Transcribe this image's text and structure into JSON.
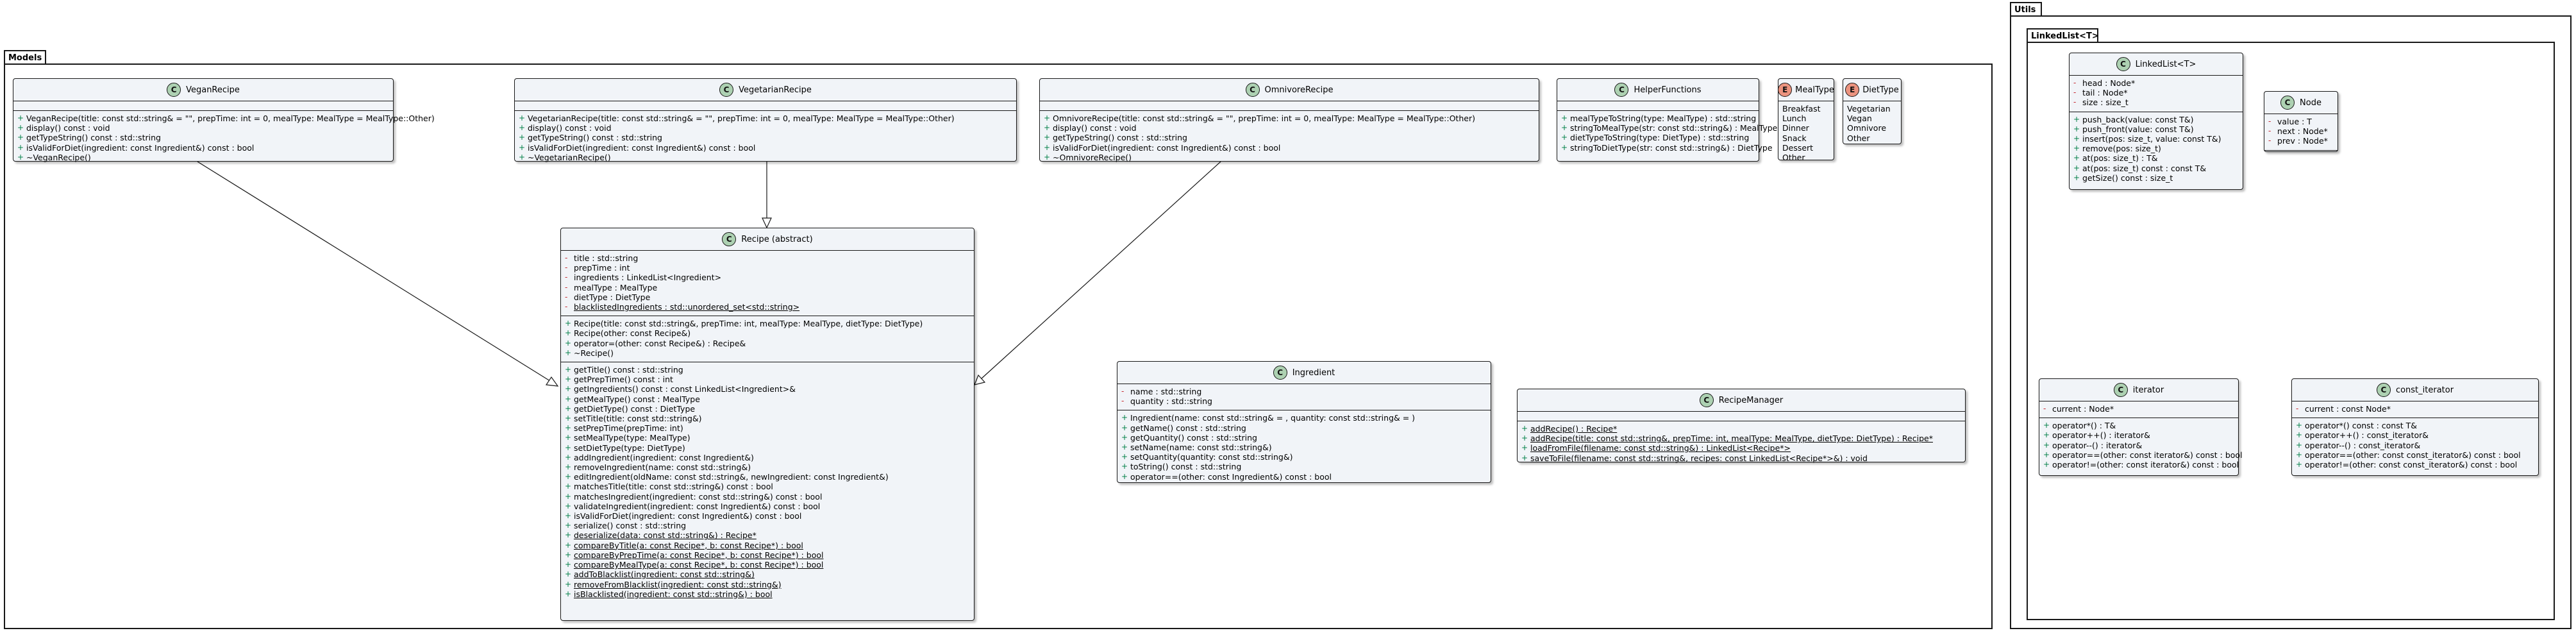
{
  "packages": {
    "models": {
      "label": "Models"
    },
    "utils": {
      "label": "Utils"
    },
    "linkedlist": {
      "label": "LinkedList<T>"
    }
  },
  "classes": {
    "vegan": {
      "name": "VeganRecipe",
      "attributes": [],
      "methods": [
        {
          "v": "+",
          "t": "VeganRecipe(title: const std::string& = \"\", prepTime: int = 0, mealType: MealType = MealType::Other)"
        },
        {
          "v": "+",
          "t": "display() const : void"
        },
        {
          "v": "+",
          "t": "getTypeString() const : std::string"
        },
        {
          "v": "+",
          "t": "isValidForDiet(ingredient: const Ingredient&) const : bool"
        },
        {
          "v": "+",
          "t": "~VeganRecipe()"
        }
      ]
    },
    "vegetarian": {
      "name": "VegetarianRecipe",
      "attributes": [],
      "methods": [
        {
          "v": "+",
          "t": "VegetarianRecipe(title: const std::string& = \"\", prepTime: int = 0, mealType: MealType = MealType::Other)"
        },
        {
          "v": "+",
          "t": "display() const : void"
        },
        {
          "v": "+",
          "t": "getTypeString() const : std::string"
        },
        {
          "v": "+",
          "t": "isValidForDiet(ingredient: const Ingredient&) const : bool"
        },
        {
          "v": "+",
          "t": "~VegetarianRecipe()"
        }
      ]
    },
    "omnivore": {
      "name": "OmnivoreRecipe",
      "attributes": [],
      "methods": [
        {
          "v": "+",
          "t": "OmnivoreRecipe(title: const std::string& = \"\", prepTime: int = 0, mealType: MealType = MealType::Other)"
        },
        {
          "v": "+",
          "t": "display() const : void"
        },
        {
          "v": "+",
          "t": "getTypeString() const : std::string"
        },
        {
          "v": "+",
          "t": "isValidForDiet(ingredient: const Ingredient&) const : bool"
        },
        {
          "v": "+",
          "t": "~OmnivoreRecipe()"
        }
      ]
    },
    "helper": {
      "name": "HelperFunctions",
      "attributes": [],
      "methods": [
        {
          "v": "+",
          "t": "mealTypeToString(type: MealType) : std::string"
        },
        {
          "v": "+",
          "t": "stringToMealType(str: const std::string&) : MealType"
        },
        {
          "v": "+",
          "t": "dietTypeToString(type: DietType) : std::string"
        },
        {
          "v": "+",
          "t": "stringToDietType(str: const std::string&) : DietType"
        }
      ]
    },
    "mealtype": {
      "name": "MealType",
      "badge": "E",
      "values": [
        "Breakfast",
        "Lunch",
        "Dinner",
        "Snack",
        "Dessert",
        "Other"
      ]
    },
    "diettype": {
      "name": "DietType",
      "badge": "E",
      "values": [
        "Vegetarian",
        "Vegan",
        "Omnivore",
        "Other"
      ]
    },
    "recipe": {
      "name": "Recipe (abstract)",
      "attributes": [
        {
          "v": "-",
          "t": "title : std::string"
        },
        {
          "v": "-",
          "t": "prepTime : int"
        },
        {
          "v": "-",
          "t": "ingredients : LinkedList<Ingredient>"
        },
        {
          "v": "-",
          "t": "mealType : MealType"
        },
        {
          "v": "-",
          "t": "dietType : DietType"
        },
        {
          "v": "-",
          "t": "blacklistedIngredients : std::unordered_set<std::string>",
          "u": true
        }
      ],
      "ctors": [
        {
          "v": "+",
          "t": "Recipe(title: const std::string&, prepTime: int, mealType: MealType, dietType: DietType)"
        },
        {
          "v": "+",
          "t": "Recipe(other: const Recipe&)"
        },
        {
          "v": "+",
          "t": "operator=(other: const Recipe&) : Recipe&"
        },
        {
          "v": "+",
          "t": "~Recipe()"
        }
      ],
      "methods": [
        {
          "v": "+",
          "t": "getTitle() const : std::string"
        },
        {
          "v": "+",
          "t": "getPrepTime() const : int"
        },
        {
          "v": "+",
          "t": "getIngredients() const : const LinkedList<Ingredient>&"
        },
        {
          "v": "+",
          "t": "getMealType() const : MealType"
        },
        {
          "v": "+",
          "t": "getDietType() const : DietType"
        },
        {
          "v": "+",
          "t": "setTitle(title: const std::string&)"
        },
        {
          "v": "+",
          "t": "setPrepTime(prepTime: int)"
        },
        {
          "v": "+",
          "t": "setMealType(type: MealType)"
        },
        {
          "v": "+",
          "t": "setDietType(type: DietType)"
        },
        {
          "v": "+",
          "t": "addIngredient(ingredient: const Ingredient&)"
        },
        {
          "v": "+",
          "t": "removeIngredient(name: const std::string&)"
        },
        {
          "v": "+",
          "t": "editIngredient(oldName: const std::string&, newIngredient: const Ingredient&)"
        },
        {
          "v": "+",
          "t": "matchesTitle(title: const std::string&) const : bool"
        },
        {
          "v": "+",
          "t": "matchesIngredient(ingredient: const std::string&) const : bool"
        },
        {
          "v": "+",
          "t": "validateIngredient(ingredient: const Ingredient&) const : bool"
        },
        {
          "v": "+",
          "t": "isValidForDiet(ingredient: const Ingredient&) const : bool"
        },
        {
          "v": "+",
          "t": "serialize() const : std::string"
        },
        {
          "v": "+",
          "t": "deserialize(data: const std::string&) : Recipe*",
          "u": true
        },
        {
          "v": "+",
          "t": "compareByTitle(a: const Recipe*, b: const Recipe*) : bool",
          "u": true
        },
        {
          "v": "+",
          "t": "compareByPrepTime(a: const Recipe*, b: const Recipe*) : bool",
          "u": true
        },
        {
          "v": "+",
          "t": "compareByMealType(a: const Recipe*, b: const Recipe*) : bool",
          "u": true
        },
        {
          "v": "+",
          "t": "addToBlacklist(ingredient: const std::string&)",
          "u": true
        },
        {
          "v": "+",
          "t": "removeFromBlacklist(ingredient: const std::string&)",
          "u": true
        },
        {
          "v": "+",
          "t": "isBlacklisted(ingredient: const std::string&) : bool",
          "u": true
        }
      ]
    },
    "ingredient": {
      "name": "Ingredient",
      "attributes": [
        {
          "v": "-",
          "t": "name : std::string"
        },
        {
          "v": "-",
          "t": "quantity : std::string"
        }
      ],
      "methods": [
        {
          "v": "+",
          "t": "Ingredient(name: const std::string& = , quantity: const std::string& = )"
        },
        {
          "v": "+",
          "t": "getName() const : std::string"
        },
        {
          "v": "+",
          "t": "getQuantity() const : std::string"
        },
        {
          "v": "+",
          "t": "setName(name: const std::string&)"
        },
        {
          "v": "+",
          "t": "setQuantity(quantity: const std::string&)"
        },
        {
          "v": "+",
          "t": "toString() const : std::string"
        },
        {
          "v": "+",
          "t": "operator==(other: const Ingredient&) const : bool"
        }
      ]
    },
    "manager": {
      "name": "RecipeManager",
      "attributes": [],
      "methods": [
        {
          "v": "+",
          "t": "addRecipe() : Recipe*",
          "u": true
        },
        {
          "v": "+",
          "t": "addRecipe(title: const std::string&, prepTime: int, mealType: MealType, dietType: DietType) : Recipe*",
          "u": true
        },
        {
          "v": "+",
          "t": "loadFromFile(filename: const std::string&) : LinkedList<Recipe*>",
          "u": true
        },
        {
          "v": "+",
          "t": "saveToFile(filename: const std::string&, recipes: const LinkedList<Recipe*>&) : void",
          "u": true
        }
      ]
    },
    "linkedlist": {
      "name": "LinkedList<T>",
      "attributes": [
        {
          "v": "-",
          "t": "head : Node*"
        },
        {
          "v": "-",
          "t": "tail : Node*"
        },
        {
          "v": "-",
          "t": "size : size_t"
        }
      ],
      "methods": [
        {
          "v": "+",
          "t": "push_back(value: const T&)"
        },
        {
          "v": "+",
          "t": "push_front(value: const T&)"
        },
        {
          "v": "+",
          "t": "insert(pos: size_t, value: const T&)"
        },
        {
          "v": "+",
          "t": "remove(pos: size_t)"
        },
        {
          "v": "+",
          "t": "at(pos: size_t) : T&"
        },
        {
          "v": "+",
          "t": "at(pos: size_t) const : const T&"
        },
        {
          "v": "+",
          "t": "getSize() const : size_t"
        }
      ]
    },
    "node": {
      "name": "Node",
      "attributes": [
        {
          "v": "-",
          "t": "value : T"
        },
        {
          "v": "-",
          "t": "next  : Node*"
        },
        {
          "v": "-",
          "t": "prev  : Node*"
        }
      ],
      "methods": []
    },
    "iterator": {
      "name": "iterator",
      "attributes": [
        {
          "v": "-",
          "t": "current : Node*"
        }
      ],
      "methods": [
        {
          "v": "+",
          "t": "operator*() : T&"
        },
        {
          "v": "+",
          "t": "operator++() : iterator&"
        },
        {
          "v": "+",
          "t": "operator--() : iterator&"
        },
        {
          "v": "+",
          "t": "operator==(other: const iterator&) const : bool"
        },
        {
          "v": "+",
          "t": "operator!=(other: const iterator&) const : bool"
        }
      ]
    },
    "const_iterator": {
      "name": "const_iterator",
      "attributes": [
        {
          "v": "-",
          "t": "current : const Node*"
        }
      ],
      "methods": [
        {
          "v": "+",
          "t": "operator*() const : const T&"
        },
        {
          "v": "+",
          "t": "operator++() : const_iterator&"
        },
        {
          "v": "+",
          "t": "operator--() : const_iterator&"
        },
        {
          "v": "+",
          "t": "operator==(other: const const_iterator&) const : bool"
        },
        {
          "v": "+",
          "t": "operator!=(other: const const_iterator&) const : bool"
        }
      ]
    }
  }
}
